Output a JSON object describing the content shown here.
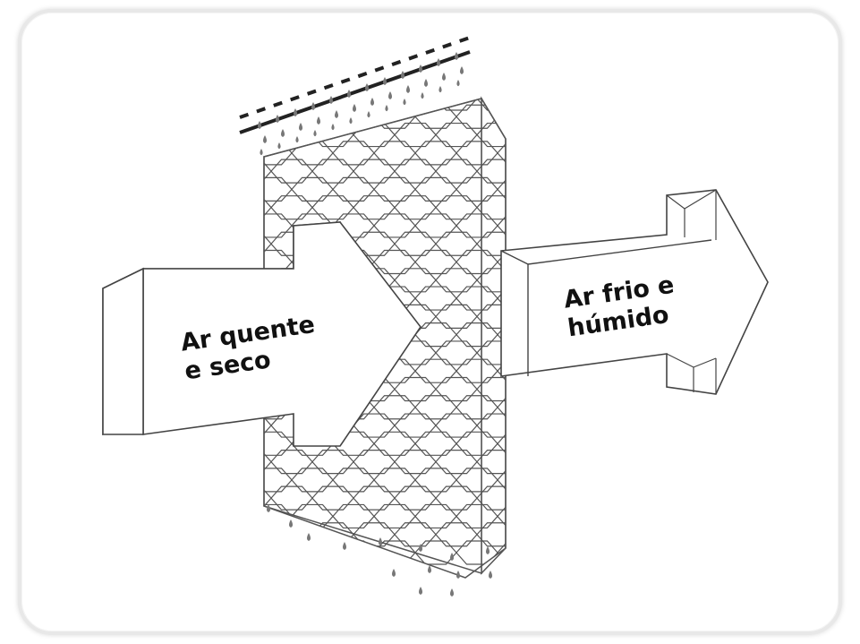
{
  "labels": {
    "inlet": {
      "line1": "Ar quente",
      "line2": "e seco"
    },
    "outlet": {
      "line1": "Ar frio e",
      "line2": "húmido"
    }
  },
  "colors": {
    "stroke": "#555555",
    "arrow_fill": "#ffffff",
    "pad_fill": "#ffffff",
    "pipe": "#222222",
    "drop": "#777777"
  }
}
